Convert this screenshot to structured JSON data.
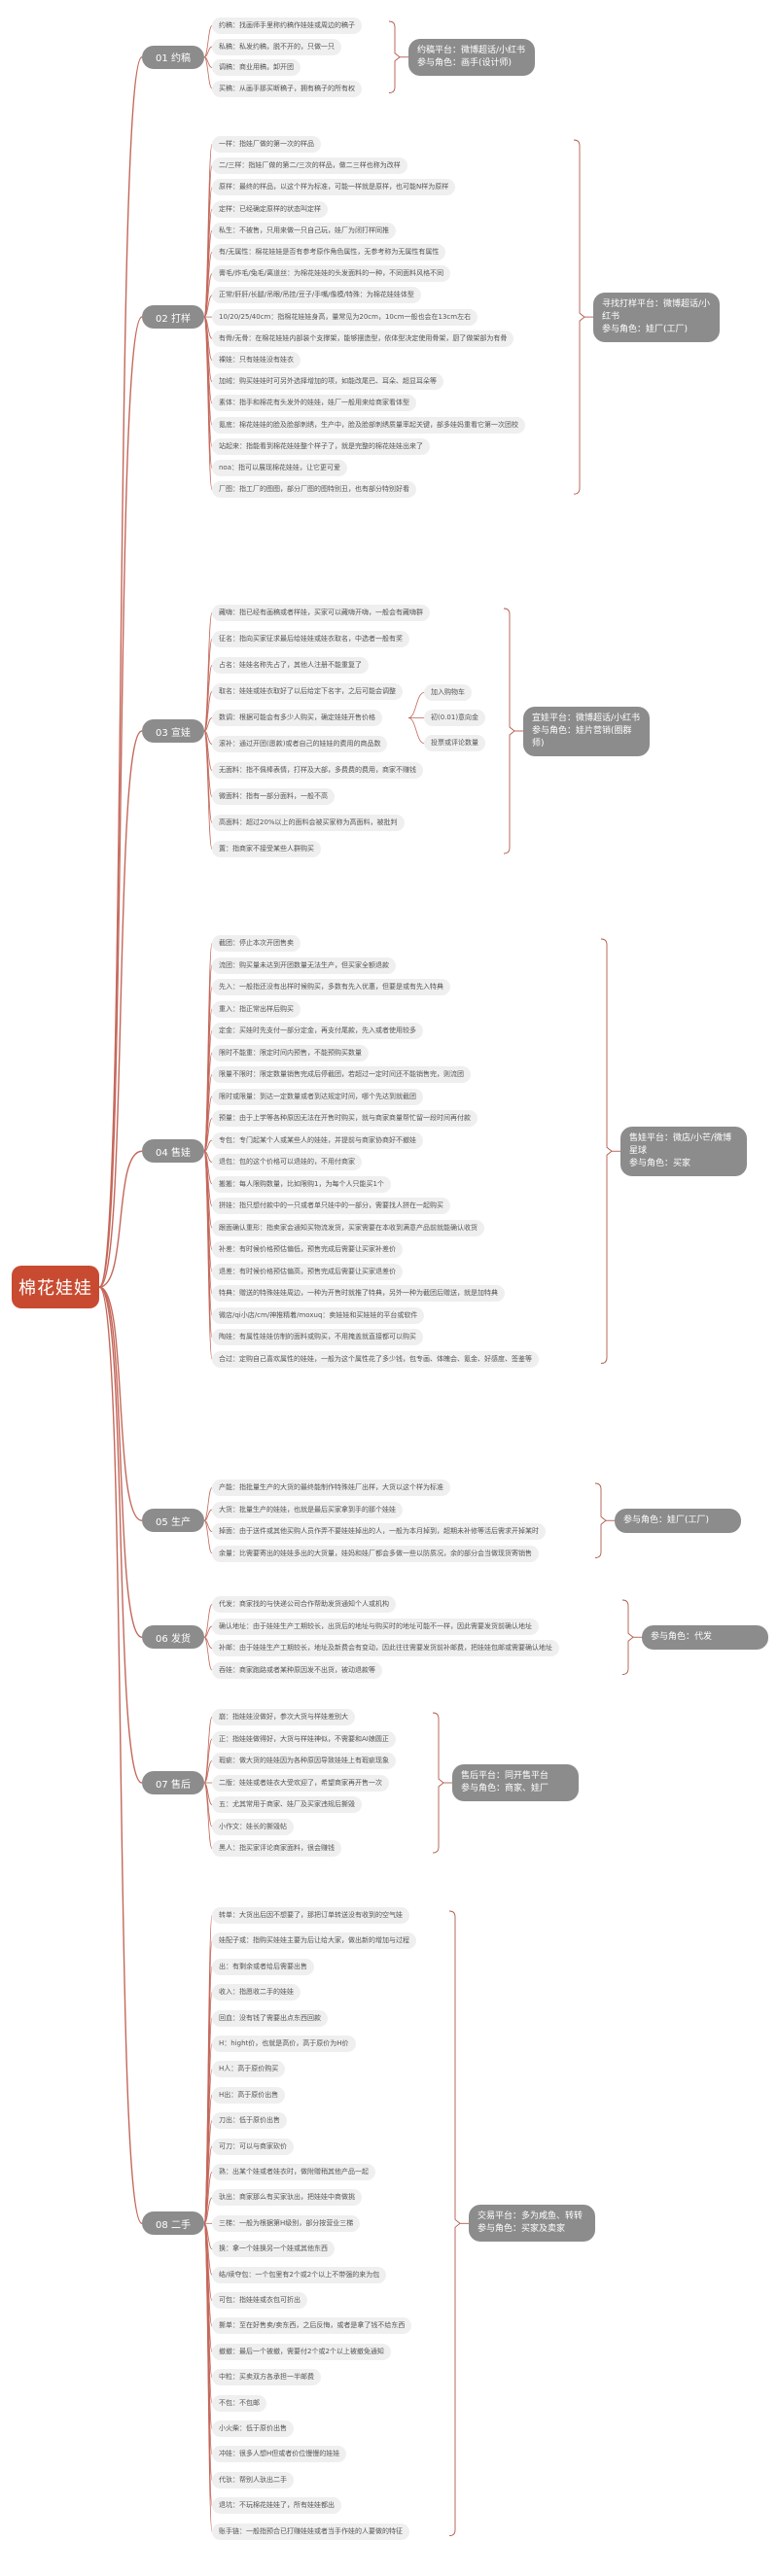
{
  "root": "棉花娃娃",
  "colors": {
    "root": "#c84b31",
    "line": "#c4675a",
    "node": "#8c8c8c",
    "leaf": "#efefef"
  },
  "branches": [
    {
      "label": "01 约稿",
      "leaves": [
        "约稿：找画师手里称约稿作娃娃或周边的稿子",
        "私稿：私发约稿，脱不开的，只做一只",
        "调稿：商业用稿，卸开团",
        "买稿：从画手那买断稿子，拥有稿子的所有权"
      ],
      "summary": [
        "约稿平台：微博超话/小红书",
        "参与角色：画手(设计师)"
      ]
    },
    {
      "label": "02 打样",
      "leaves": [
        "一样：指娃厂做的第一次的样品",
        "二/三样：指娃厂做的第二/三次的样品，做二三样也称为改样",
        "原样：最终的样品，以这个样为标准，可能一样就是原样，也可能N样为原样",
        "定样：已经确定原样的状态叫定样",
        "私生：不被售，只用来做一只自己玩，娃厂为闭打样同推",
        "有/无属性：棉花娃娃是否有参考原作角色属性，无参考称为无属性有属性",
        "膏毛/炸毛/兔毛/离道丝：为棉花娃娃的头发面料的一种，不同面料风格不同",
        "正常/肝肝/长腿/吊眼/吊挂/豆子/手嘴/像模/特殊：为棉花娃娃体型",
        "10/20/25/40cm：指棉花娃娃身高，量常见为20cm，10cm一般也会在13cm左右",
        "有骨/无骨：在棉花娃娃内部装个支撑架，能够摆造型，依体型决定使用骨架，厨了做架部为有骨",
        "裸娃：只有娃娃没有娃衣",
        "加绒：购买娃娃时可另外选择增加的项，如能改尾巴、耳朵、超显耳朵等",
        "素体：指手和棉花有头发外的娃娃，娃厂一般用来给商家看体型",
        "氪底：棉花娃娃的脸及脸部刺绣，生产中，脸及脸部刺绣质量率起关键，部多娃妈重看它第一次团校",
        "站起来：指能看到棉花娃娃整个样子了，就是完整的棉花娃娃出来了",
        "noa：指可以展现棉花娃娃，让它更可爱",
        "厂图：指工厂的图图，部分厂图的图特别丑，也有部分特别好看"
      ],
      "summary": [
        "寻找打样平台：微博超话/小红书",
        "参与角色：娃厂(工厂)"
      ]
    },
    {
      "label": "03 宣娃",
      "leaves": [
        "藏嗨：指已经有画稿或者样娃，买家可以藏嗨开嗨，一般会有藏嗨群",
        "征名：指向买家征求最后给娃娃或娃衣取名，中选者一般有奖",
        "占名：娃娃名称先占了，其他人注册不能重复了",
        "取名：娃娃或娃衣取好了以后给定下名字，之后可能会调整",
        "数调：根据可能会有多少人购买，确定娃娃开售价格",
        "滚补：通过开团(愿款)或者自己的娃娃的费用的商品数",
        "无面料：指不佩棒表情，打样及大部，多费费的费用，商家不赚钱",
        "微面料：指有一部分面料，一般不高",
        "高面料：超过20%以上的面料会被买家称为高面料，被批判",
        "置：指商家不接受某些人群购买"
      ],
      "sub_leaves": [
        "加入购物车",
        "初(0.01)意向金",
        "投票或评论数量"
      ],
      "summary": [
        "宣娃平台：微博超话/小红书",
        "参与角色：娃片营销(圈群师)"
      ]
    },
    {
      "label": "04 售娃",
      "leaves": [
        "截团：停止本次开团售卖",
        "流团：购买量未达到开团数量无法生产，但买家全额退款",
        "先入：一般指还没有出样时候购买，多数有先入优惠，但要是或有先入特典",
        "重入：指正常出样后购买",
        "定金：买娃时先支付一部分定金，再支付尾款，先入或者使用较多",
        "限时不能重：限定时间内预售，不能预购买数量",
        "限量不限时：限定数量销售完成后停截团，若超过一定时间还不能销售完，则流团",
        "限时或限量：到达一定数量或者到达规定时间，哪个先达到就截团",
        "预量：由于上学等各种原因无法在开售时购买，就与商家商量帮忙留一段时间再付款",
        "专包：专门起某个人或某些人的娃娃，并提前与商家协商好不撤娃",
        "退包：包的这个价格可以退娃的，不用付商家",
        "搬搬：每人限购数量，比如限购1，为每个人只能买1个",
        "拼娃：指只想付款中的一只或者单只娃中的一部分，需要找人拼在一起购买",
        "跟面确认重形：指卖家会通知买物流发货，买家需要在本收到满意产品前就能确认收货",
        "补差：有时候价格预估偏低，预售完成后需要让买家补差价",
        "退差：有时候价格预估偏高，预售完成后需要让买家退差价",
        "特典：赠送的特殊娃娃周边，一种为开售时就推了特典，另外一种为截团后赠送，就是加特典",
        "微店/qi小店/cm/神推精着/moxuq：卖娃娃和买娃娃的平台或软件",
        "陶娃：有属性娃娃仿制的面料或购买，不用掩盖就直接都可以购买",
        "合过：定购自己喜欢属性的娃娃，一般为这个属性花了多少钱，包专画、体魄会、氪金、好感度、签鉴等"
      ],
      "summary": [
        "售娃平台：微店/小芒/微博星球",
        "参与角色：买家"
      ]
    },
    {
      "label": "05 生产",
      "leaves": [
        "产能：指批量生产的大货的最终能制作特殊娃厂出样，大货以这个样为标准",
        "大货：批量生产的娃娃，也就是最后买家拿到手的那个娃娃",
        "掉面：由于送件或其他买购人员作弄不要娃娃掉出的人，一般为本月掉到，超期未补修等活后需求开掉某时",
        "余量：比需要寄出的娃娃多出的大货量，娃妈和娃厂都会多做一些以防质况，余的部分会当做现货寄销售"
      ],
      "summary": [
        "参与角色：娃厂(工厂)"
      ]
    },
    {
      "label": "06 发货",
      "leaves": [
        "代发：商家找的与快递公司合作帮助发货通知个人或机构",
        "确认地址：由于娃娃生产工期较长，出货后的地址与购买时的地址可能不一样，因此需要发货前确认地址",
        "补邮：由于娃娃生产工期较长，地址及新费会有变动，因此往往需要发货前补邮费，把娃娃包邮或需要确认地址",
        "吞娃：商家跑路或者某种原因发不出货，被动退款等"
      ],
      "summary": [
        "参与角色：代发"
      ]
    },
    {
      "label": "07 售后",
      "leaves": [
        "崩：指娃娃没做好，参次大货与样娃差别大",
        "正：指娃娃做得好，大货与样娃神似，不需要和AI娘圆正",
        "瑕疵：做大货的娃娃因为各种原因导致娃娃上有瑕疵现象",
        "二版：娃娃或者娃衣大受欢迎了，希望商家再开售一次",
        "五：尤其常用于商家、娃厂及买家违规后撕毁",
        "小作文：娃长的撕毁帖",
        "黑人：指买家评论商家面料，很会赚钱"
      ],
      "summary": [
        "售后平台：同开售平台",
        "参与角色：商家、娃厂"
      ]
    },
    {
      "label": "08 二手",
      "leaves": [
        "转单：大货出后因不想要了，那把订单转送没有收到的空气娃",
        "娃配子或：指购买娃娃主要为后让给大家，做出新的增加与过程",
        "出：有剩余或者给后需要出售",
        "收入：指愿收二手的娃娃",
        "回血：没有钱了需要出点东西回款",
        "H：hight价，也就是高价，高于原价为H价",
        "H人：高于原价购买",
        "H出：高于原价出售",
        "刀出：低于原价出售",
        "可刀：可以与商家砍价",
        "熟：出某个娃或者娃衣时，做附赠稍其他产品一起",
        "驮出：商家那么有买家驮出，把娃娃中商做挑",
        "三梯：一般为根据第H级别，部分按营业三梯",
        "换：拿一个娃换另一个娃或其他东西",
        "结/续夺包：一个包里有2个或2个以上不带强的来为包",
        "可包：指娃娃或衣包可折出",
        "撕单：至在好售卖/卖东西，之后反悔，或者是拿了钱不给东西",
        "撤撤：最后一个被撤，需要付2个或2个以上被撤免通知",
        "中粒：买卖双方各承担一半邮费",
        "不包：不包邮",
        "小火柴：低于原价出售",
        "冲娃：很多人想H但或者价位慢慢的娃娃",
        "代驮：帮别人驮出二手",
        "退坑：不玩棉花娃娃了，所有娃娃都出",
        "账手链：一般指预合已打赚娃娃或者当手作娃的人要做的特征"
      ],
      "summary": [
        "交易平台：多为咸鱼、转转",
        "参与角色：买家及卖家"
      ]
    }
  ]
}
